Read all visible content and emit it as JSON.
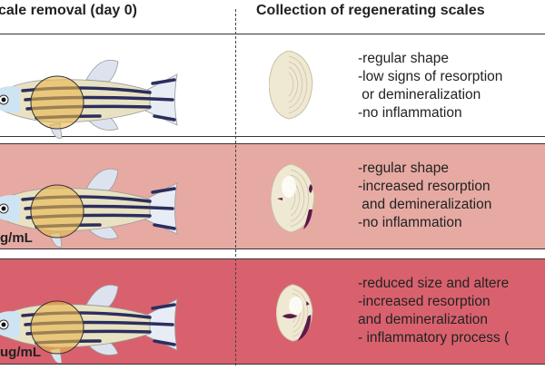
{
  "headers": {
    "left": "cale removal (day 0)",
    "right": "Collection of regenerating scales"
  },
  "rows": [
    {
      "concentration": "",
      "bg": "#ffffff",
      "lines": [
        "-regular shape",
        "-low signs of resorption",
        " or demineralization",
        "-no inflammation"
      ]
    },
    {
      "concentration": "g/mL",
      "bg": "#e6aaa3",
      "lines": [
        "-regular shape",
        "-increased resorption",
        " and demineralization",
        "-no inflammation"
      ]
    },
    {
      "concentration": "ug/mL",
      "bg": "#d9616e",
      "lines": [
        "-reduced size and altere",
        "-increased resorption",
        "and demineralization",
        "- inflammatory process ("
      ]
    }
  ]
}
